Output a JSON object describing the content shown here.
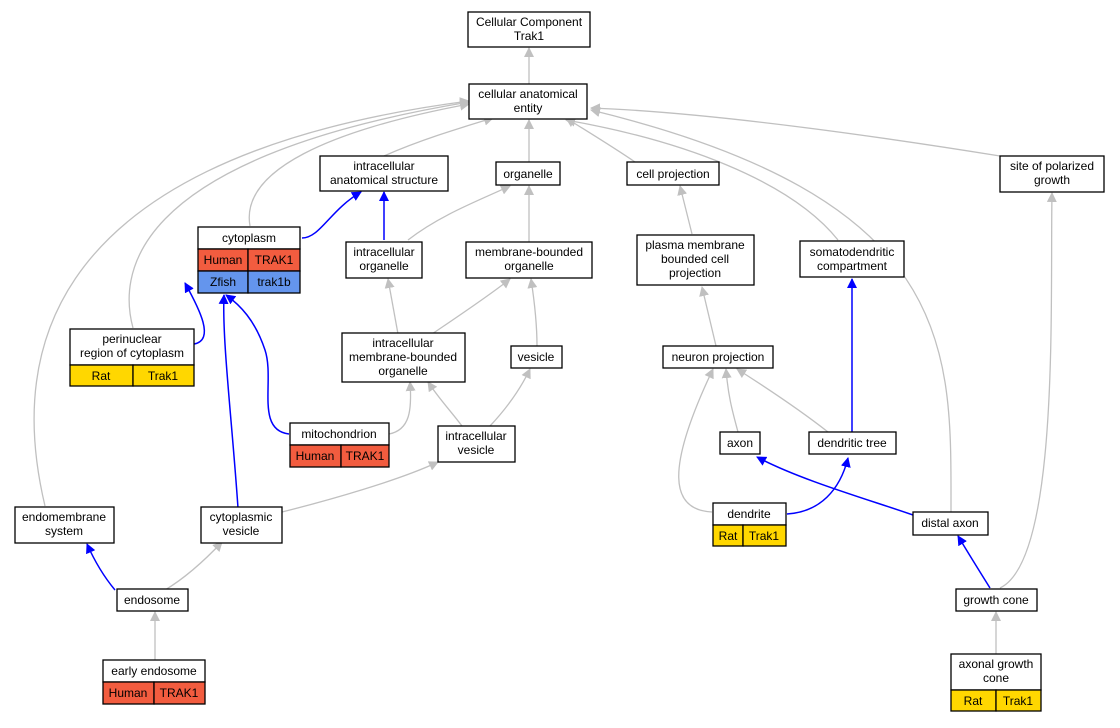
{
  "colors": {
    "gray_edge": "#c0c0c0",
    "blue_edge": "#0000ff",
    "human": "#f25c3f",
    "zfish": "#6495ed",
    "rat": "#ffd700"
  },
  "nodes": {
    "root": {
      "line1": "Cellular Component",
      "line2": "Trak1"
    },
    "cae": {
      "line1": "cellular anatomical",
      "line2": "entity"
    },
    "ias": {
      "line1": "intracellular",
      "line2": "anatomical structure"
    },
    "organelle": {
      "label": "organelle"
    },
    "cellproj": {
      "label": "cell projection"
    },
    "polgrowth": {
      "line1": "site of polarized",
      "line2": "growth"
    },
    "cytoplasm": {
      "label": "cytoplasm",
      "sp1": "Human",
      "g1": "TRAK1",
      "sp2": "Zfish",
      "g2": "trak1b"
    },
    "intorg": {
      "line1": "intracellular",
      "line2": "organelle"
    },
    "mborg": {
      "line1": "membrane-bounded",
      "line2": "organelle"
    },
    "pmbcp": {
      "line1": "plasma membrane",
      "line2": "bounded cell",
      "line3": "projection"
    },
    "somato": {
      "line1": "somatodendritic",
      "line2": "compartment"
    },
    "perinuc": {
      "line1": "perinuclear",
      "line2": "region of cytoplasm",
      "sp": "Rat",
      "g": "Trak1"
    },
    "imbo": {
      "line1": "intracellular",
      "line2": "membrane-bounded",
      "line3": "organelle"
    },
    "vesicle": {
      "label": "vesicle"
    },
    "neuronproj": {
      "label": "neuron projection"
    },
    "mito": {
      "label": "mitochondrion",
      "sp": "Human",
      "g": "TRAK1"
    },
    "intves": {
      "line1": "intracellular",
      "line2": "vesicle"
    },
    "axon": {
      "label": "axon"
    },
    "dentree": {
      "label": "dendritic tree"
    },
    "dendrite": {
      "label": "dendrite",
      "sp": "Rat",
      "g": "Trak1"
    },
    "endomem": {
      "line1": "endomembrane",
      "line2": "system"
    },
    "cytves": {
      "line1": "cytoplasmic",
      "line2": "vesicle"
    },
    "distaxon": {
      "label": "distal axon"
    },
    "endosome": {
      "label": "endosome"
    },
    "growthcone": {
      "label": "growth cone"
    },
    "earlyendo": {
      "label": "early endosome",
      "sp": "Human",
      "g": "TRAK1"
    },
    "axgc": {
      "line1": "axonal growth",
      "line2": "cone",
      "sp": "Rat",
      "g": "Trak1"
    }
  }
}
